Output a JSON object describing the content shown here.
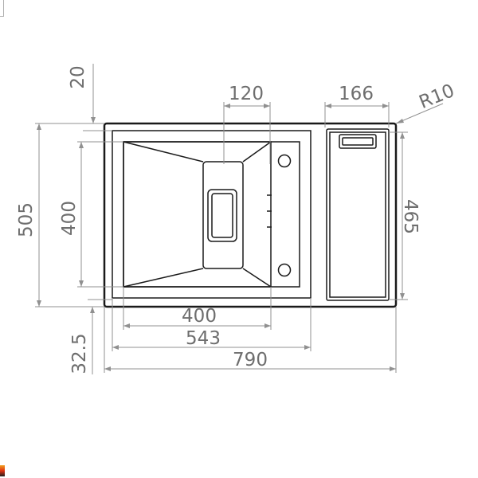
{
  "drawing": {
    "dimensions": {
      "top_gap": "20",
      "drain_width": "120",
      "drainer_width": "166",
      "corner_radius": "R10",
      "overall_depth": "505",
      "bowl_depth": "400",
      "drainer_depth": "465",
      "bowl_width": "400",
      "bowl_section_width": "543",
      "front_gap": "32.5",
      "overall_width": "790"
    }
  },
  "colors": {
    "outline": "#1a1a1a",
    "dimension_line": "#909090",
    "dimension_text": "#6e6e6e"
  }
}
